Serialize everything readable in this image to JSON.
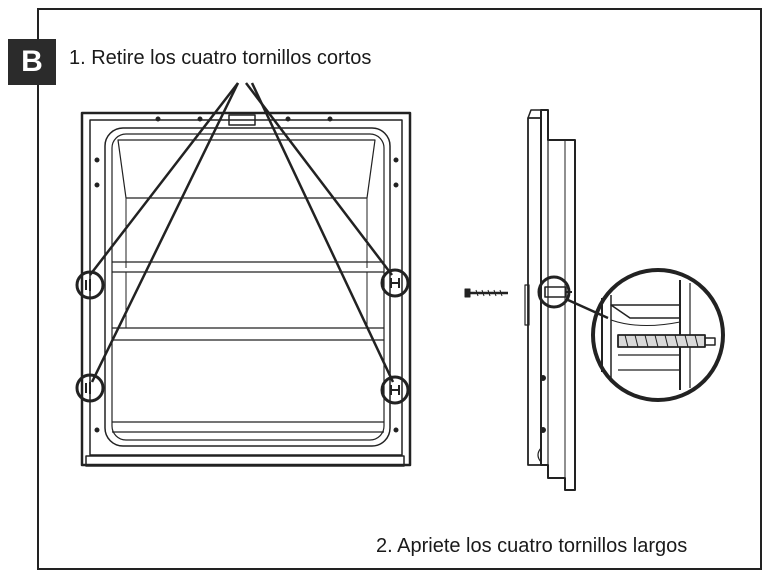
{
  "section_label": "B",
  "step_1": "1. Retire los cuatro tornillos cortos",
  "step_2": "2. Apriete los cuatro tornillos largos",
  "colors": {
    "line": "#222222",
    "badge": "#2b2b2b",
    "shade": "#d9d9d9"
  },
  "icons": {
    "screw": "screw-icon",
    "callout": "magnifier-circle"
  }
}
